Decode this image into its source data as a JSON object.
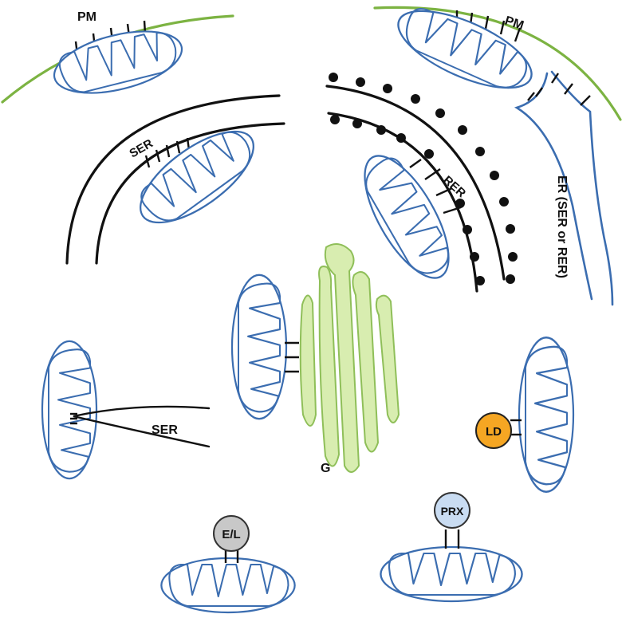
{
  "labels": {
    "pm_left": "PM",
    "pm_right": "PM",
    "ser_upper": "SER",
    "rer": "RER",
    "er_vertical": "ER (SER or RER)",
    "golgi": "G",
    "ser_lower": "SER",
    "lipid_droplet": "LD",
    "endo_lysosome": "E/L",
    "peroxisome": "PRX"
  },
  "colors": {
    "mitochondria": "#3b6db0",
    "plasma_membrane": "#7cb342",
    "golgi_fill": "#d8edb0",
    "lipid_droplet": "#f5a623",
    "endo_lysosome": "#c8c8c8",
    "peroxisome": "#c9dcf2"
  }
}
